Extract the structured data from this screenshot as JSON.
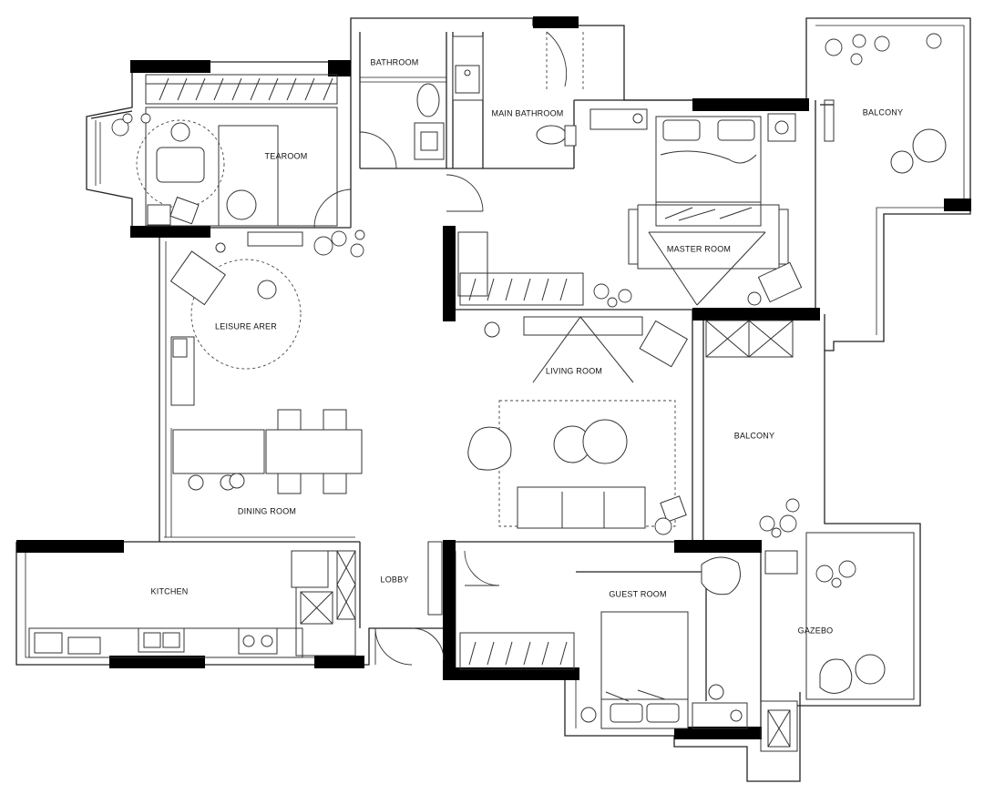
{
  "rooms": {
    "bathroom": "BATHROOM",
    "main_bathroom": "MAIN BATHROOM",
    "tearoom": "TEAROOM",
    "balcony_1": "BALCONY",
    "master_room": "MASTER ROOM",
    "leisure_area": "LEISURE ARER",
    "living_room": "LIVING ROOM",
    "balcony_2": "BALCONY",
    "dining_room": "DINING ROOM",
    "kitchen": "KITCHEN",
    "lobby": "LOBBY",
    "guest_room": "GUEST ROOM",
    "gazebo": "GAZEBO"
  },
  "colors": {
    "wall": "#222222",
    "structural": "#000000",
    "background": "#ffffff"
  }
}
